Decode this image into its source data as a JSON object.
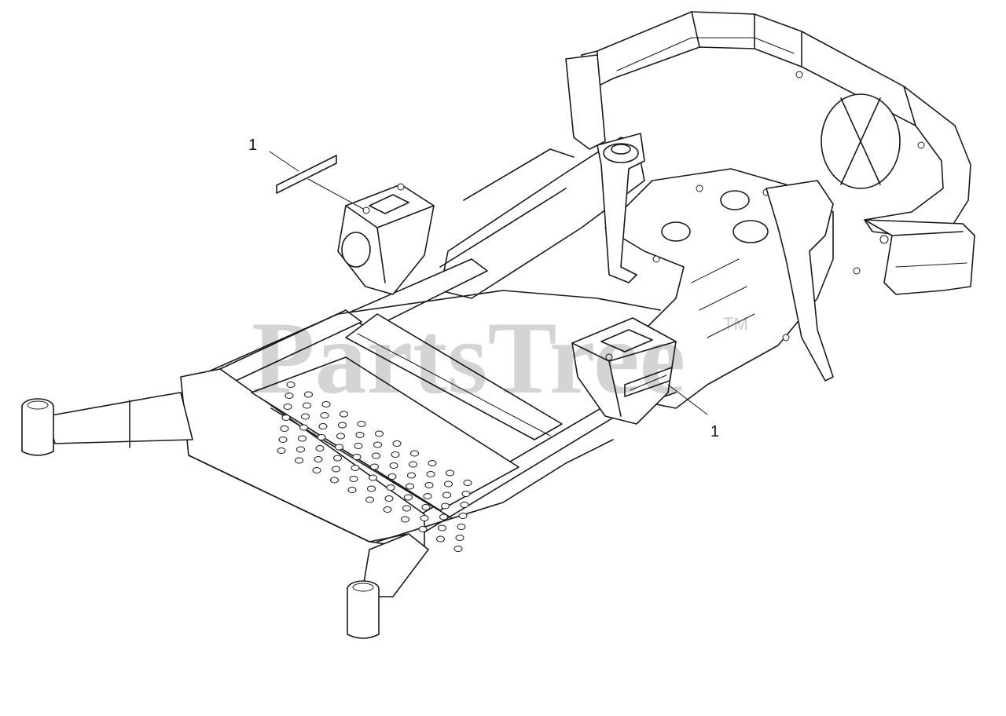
{
  "watermark": {
    "text": "PartsTree",
    "trademark": "TM"
  },
  "callouts": [
    {
      "label": "1"
    },
    {
      "label": "1"
    }
  ]
}
